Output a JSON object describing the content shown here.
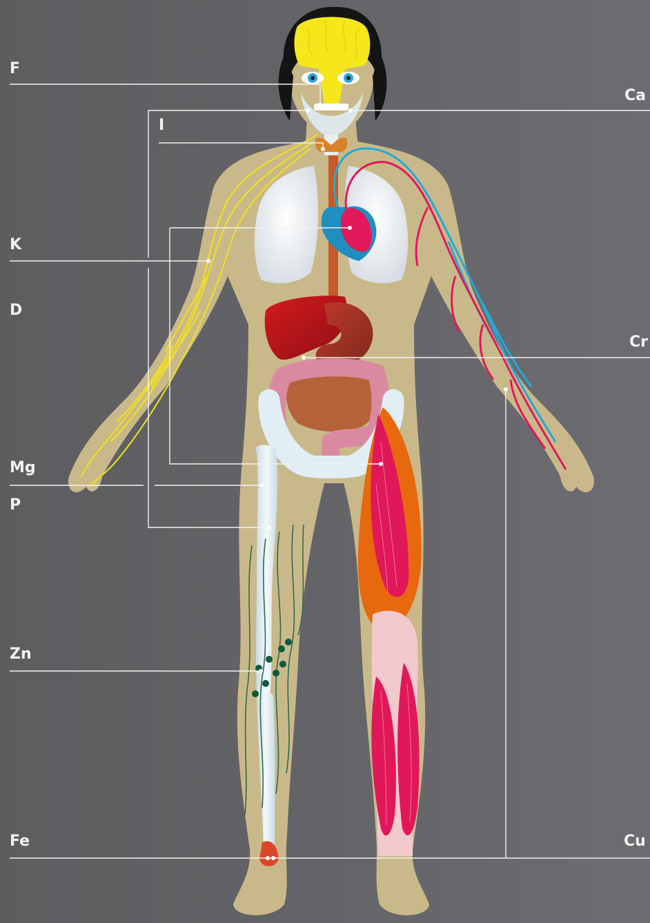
{
  "labels": {
    "F": "F",
    "Ca": "Ca",
    "I": "I",
    "K": "K",
    "D": "D",
    "Cr": "Cr",
    "Mg": "Mg",
    "P": "P",
    "Zn": "Zn",
    "Fe": "Fe",
    "Cu": "Cu"
  },
  "colors": {
    "background": "#626266",
    "skin": "#c9b98a",
    "nerves": "#f3e21a",
    "arteries": "#e2185a",
    "veins": "#23a9d6",
    "bone": "#e2eef6",
    "muscle": "#e0185a",
    "muscle_orange": "#e8680e",
    "lymph": "#0e5a3a",
    "liver": "#b5151a",
    "intestine": "#d98aa0",
    "thyroid": "#d9822a",
    "leader_line": "#f2f2f2"
  }
}
